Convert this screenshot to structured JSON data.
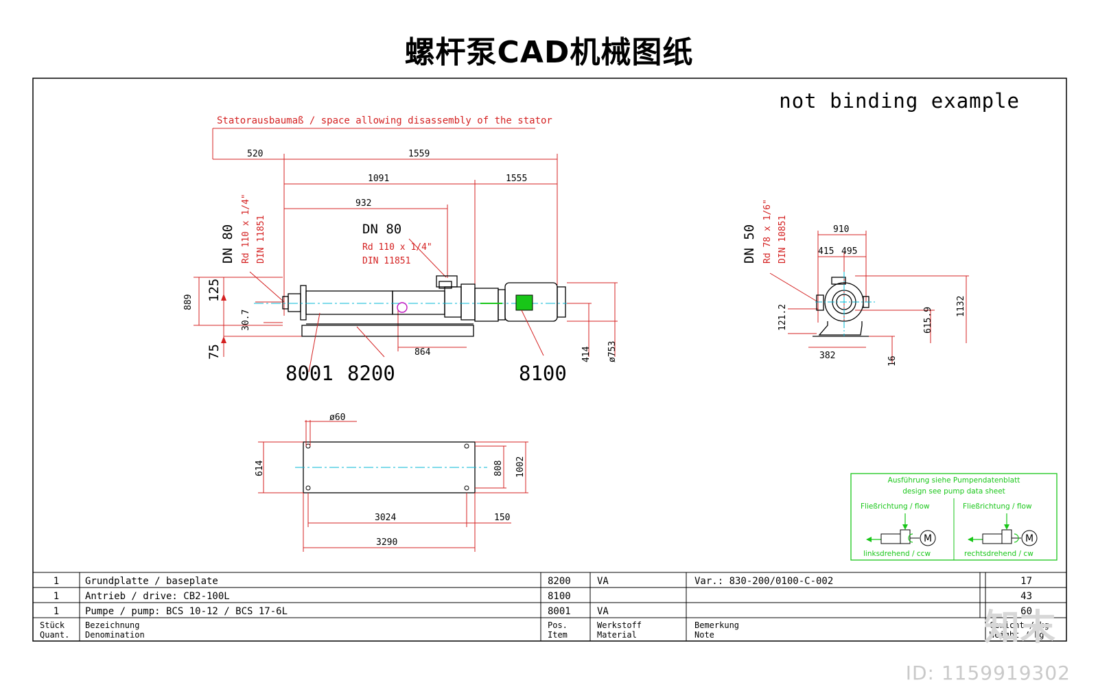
{
  "page_title": "螺杆泵CAD机械图纸",
  "note_top_right": "not binding example",
  "stator_note": "Statorausbaumaß / space allowing disassembly of the stator",
  "side_view": {
    "dims": {
      "d520": "520",
      "d1559": "1559",
      "d1091": "1091",
      "d1555": "1555",
      "d932": "932",
      "d864": "864",
      "d889": "889",
      "d125": "125",
      "d30_7": "30.7",
      "d75": "75",
      "d414": "414",
      "d753": "ø753"
    },
    "inlet": {
      "dn": "DN 80",
      "rd": "Rd 110 x 1/4\"",
      "din": "DIN 11851"
    },
    "outlet": {
      "dn": "DN 80",
      "rd": "Rd 110 x 1/4\"",
      "din": "DIN 11851"
    },
    "callouts": [
      "8001",
      "8200",
      "8100"
    ]
  },
  "end_view": {
    "dims": {
      "d910": "910",
      "d415": "415",
      "d495": "495",
      "d121_2": "121.2",
      "d615_9": "615.9",
      "d1132": "1132",
      "d382": "382",
      "d16": "16"
    },
    "port": {
      "dn": "DN 50",
      "rd": "Rd 78 x 1/6\"",
      "din": "DIN 10851"
    }
  },
  "baseplate_view": {
    "dims": {
      "d60": "ø60",
      "d614": "614",
      "d808": "808",
      "d1002": "1002",
      "d3024": "3024",
      "d150": "150",
      "d3290": "3290"
    }
  },
  "flow_box": {
    "heading_de": "Ausführung siehe Pumpendatenblatt",
    "heading_en": "design see pump data sheet",
    "flow_label_left": "Fließrichtung / flow",
    "flow_label_right": "Fließrichtung / flow",
    "rot_left": "linksdrehend / ccw",
    "rot_right": "rechtsdrehend / cw",
    "motor_symbol": "M"
  },
  "parts_table": {
    "rows": [
      {
        "qty": "1",
        "name": "Grundplatte / baseplate",
        "pos": "8200",
        "material": "VA",
        "note": "Var.: 830-200/0100-C-002",
        "weight": "17"
      },
      {
        "qty": "1",
        "name": "Antrieb / drive: CB2-100L",
        "pos": "8100",
        "material": "",
        "note": "",
        "weight": "43"
      },
      {
        "qty": "1",
        "name": "Pumpe / pump: BCS 10-12 / BCS 17-6L",
        "pos": "8001",
        "material": "VA",
        "note": "",
        "weight": "60"
      }
    ],
    "header": {
      "qty_de": "Stück",
      "qty_en": "Quant.",
      "name_de": "Bezeichnung",
      "name_en": "Denomination",
      "pos_de": "Pos.",
      "pos_en": "Item",
      "mat_de": "Werkstoff",
      "mat_en": "Material",
      "note_de": "Bemerkung",
      "note_en": "Note",
      "weight_de": "Gewicht / kg",
      "weight_en": "Weight / kg"
    }
  },
  "watermark_logo": "知末",
  "watermark_id": "ID: 1159919302",
  "colors": {
    "line": "#000000",
    "dim": "#d42020",
    "axis": "#00b7d6",
    "green": "#18c618"
  }
}
